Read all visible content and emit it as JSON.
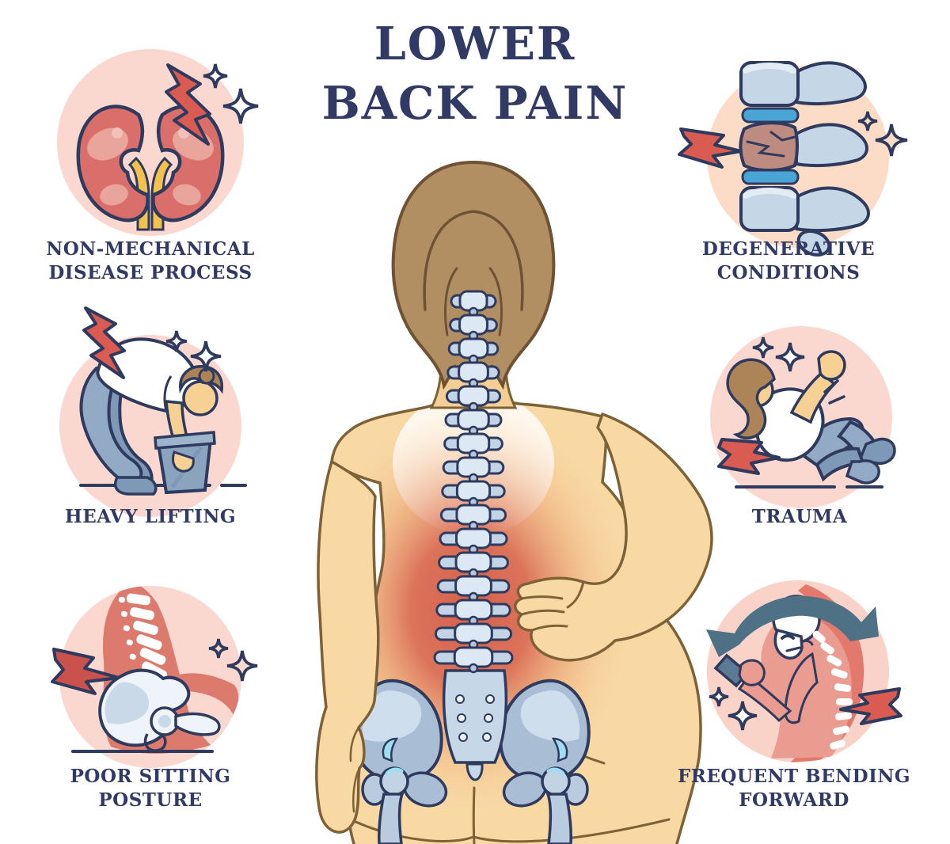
{
  "title": {
    "lines": [
      "LOWER",
      "BACK PAIN"
    ]
  },
  "center_figure": {
    "description": "Back view of a person with hair in a bun, spine and pelvis bones visible, right hand pressed on lower back, red pain highlight over the lumbar region"
  },
  "causes": [
    {
      "id": "non-mechanical-disease-process",
      "lines": [
        "NON-MECHANICAL",
        "DISEASE PROCESS"
      ],
      "icon": "kidneys-icon"
    },
    {
      "id": "heavy-lifting",
      "lines": [
        "HEAVY LIFTING",
        ""
      ],
      "icon": "person-lifting-bucket-icon"
    },
    {
      "id": "poor-sitting-posture",
      "lines": [
        "POOR SITTING",
        "POSTURE"
      ],
      "icon": "slouched-pelvis-icon"
    },
    {
      "id": "degenerative-conditions",
      "lines": [
        "DEGENERATIVE",
        "CONDITIONS"
      ],
      "icon": "damaged-vertebrae-icon"
    },
    {
      "id": "trauma",
      "lines": [
        "TRAUMA",
        ""
      ],
      "icon": "falling-person-icon"
    },
    {
      "id": "frequent-bending-forward",
      "lines": [
        "FREQUENT BENDING",
        "FORWARD"
      ],
      "icon": "bent-neck-phone-icon"
    }
  ],
  "colors": {
    "text_navy": "#313a64",
    "outline_navy": "#2e3a5e",
    "bolt_red": "#d95b52",
    "circle_pink": "#fbd8cf",
    "circle_peach": "#fcdcc6",
    "skin": "#f8d8a3",
    "skin_outline": "#7d6238",
    "hair_brown": "#b28f63",
    "jeans_blue": "#92aac6",
    "bone_light": "#dce8f4",
    "bone_mid": "#c3d4e6",
    "pelvis_blue": "#a9bed4",
    "disc_blue": "#49a5d5",
    "damaged_bone": "#bd8b80",
    "pain_red": "#d5604d",
    "salmon_figure": "#eb9c90",
    "arrow_slate": "#4e7186",
    "cartilage_cyan": "#9fdef2"
  }
}
